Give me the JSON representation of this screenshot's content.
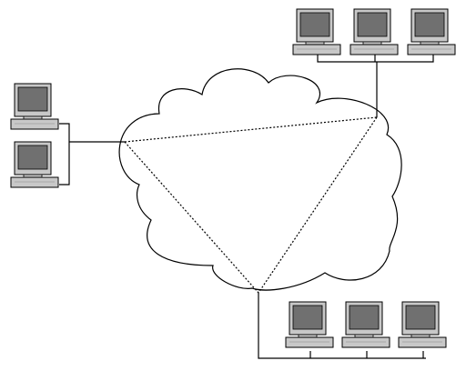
{
  "diagram": {
    "cloud": {
      "icon": "network-cloud",
      "stroke": "#000000",
      "fill": "#ffffff"
    },
    "links": {
      "solid_color": "#000000",
      "dotted_color": "#000000"
    },
    "computer_style": {
      "screen": "#707070",
      "monitor": "#c8c8c8",
      "base": "#c8c8c8",
      "outline": "#000000",
      "icon": "desktop-computer-icon"
    },
    "groups": [
      {
        "id": "left",
        "count": 2,
        "icon": "computer-group-icon"
      },
      {
        "id": "top-right",
        "count": 3,
        "icon": "computer-group-icon"
      },
      {
        "id": "bottom-right",
        "count": 3,
        "icon": "computer-group-icon"
      }
    ]
  }
}
